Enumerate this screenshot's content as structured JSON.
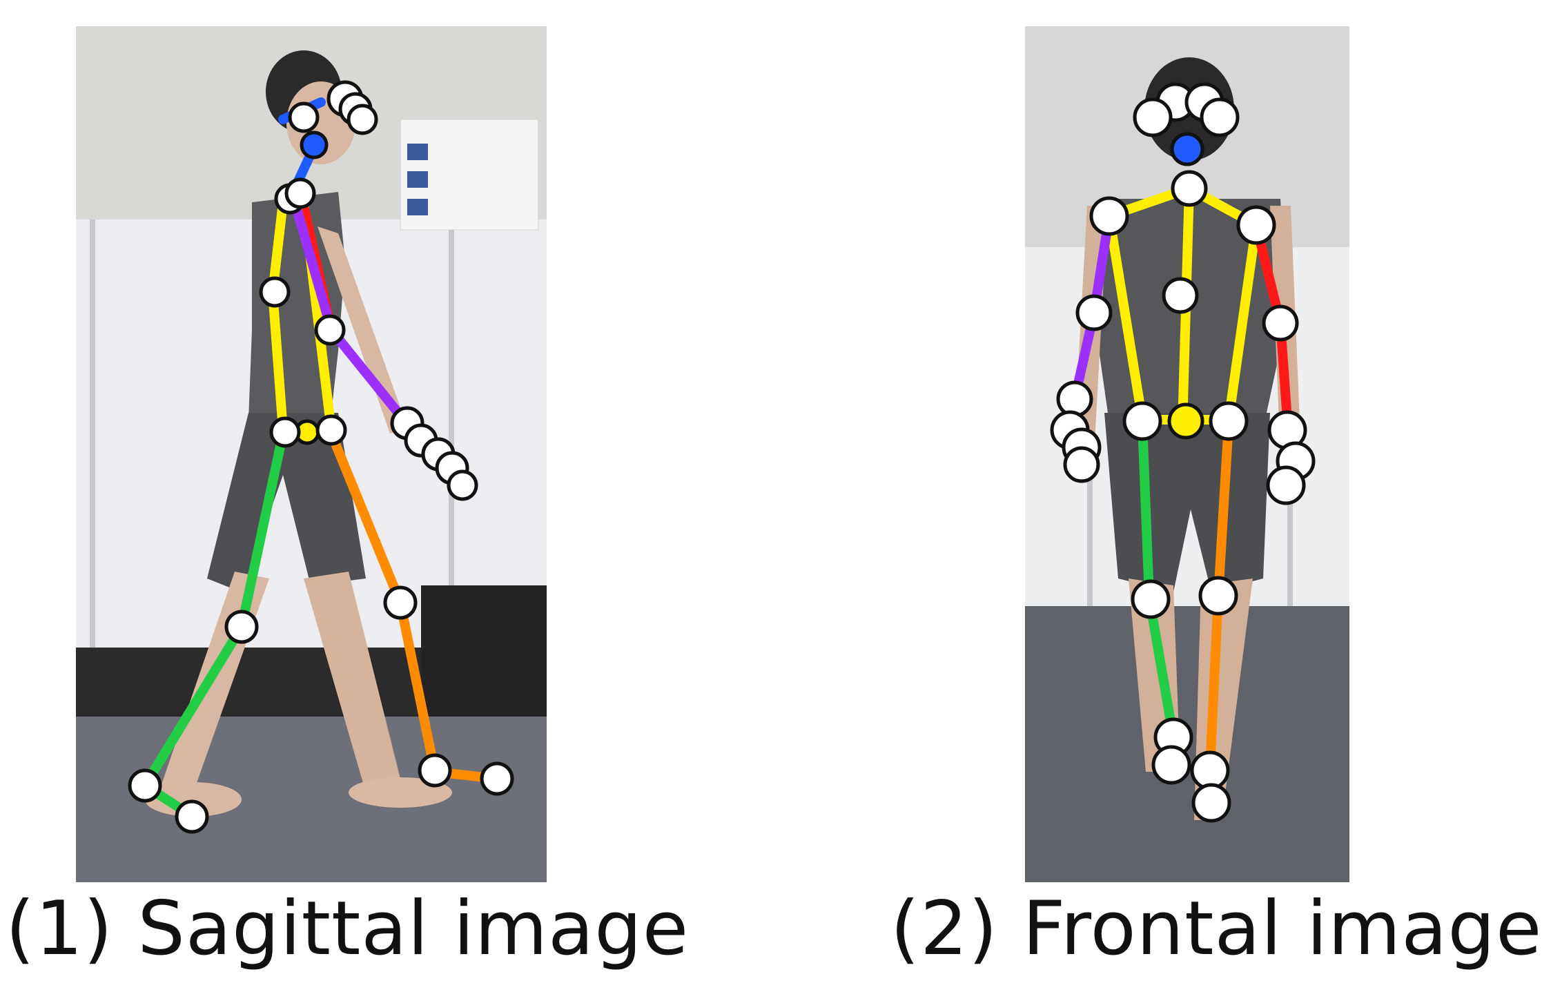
{
  "figure": {
    "panels": [
      {
        "caption": "(1) Sagittal image"
      },
      {
        "caption": "(2) Frontal image"
      }
    ]
  },
  "colors": {
    "torso": "#ffee00",
    "left_arm": "#9b30ff",
    "right_arm": "#ff1a1a",
    "left_leg": "#22cc44",
    "right_leg": "#ff8c00",
    "head": "#1f5bff",
    "joint_fill": "#ffffff",
    "joint_stroke": "#111111",
    "pelvis": "#ffee00"
  },
  "icons": [
    "stick-figure-skeleton",
    "keypoint-joint"
  ]
}
